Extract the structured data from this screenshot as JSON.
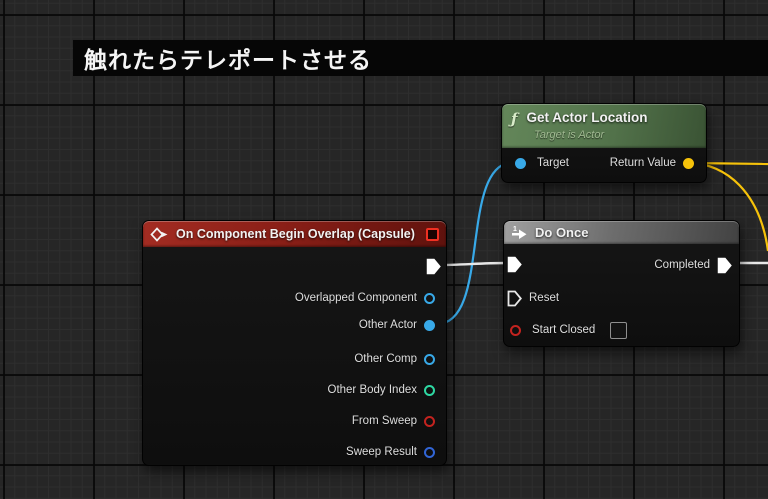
{
  "comment": {
    "title": "触れたらテレポートさせる"
  },
  "nodes": {
    "get_actor_location": {
      "title": "Get Actor Location",
      "subtitle": "Target is Actor",
      "inputs": [
        {
          "label": "Target",
          "color": "#38a9e8",
          "connected": true
        }
      ],
      "outputs": [
        {
          "label": "Return Value",
          "color": "#f6c20a",
          "connected": true
        }
      ]
    },
    "on_component_begin_overlap": {
      "title": "On Component Begin Overlap (Capsule)",
      "outputs": [
        {
          "label": "Overlapped Component",
          "color": "#38a9e8",
          "connected": false
        },
        {
          "label": "Other Actor",
          "color": "#38a9e8",
          "connected": true
        },
        {
          "label": "Other Comp",
          "color": "#38a9e8",
          "connected": false
        },
        {
          "label": "Other Body Index",
          "color": "#2ed8a3",
          "connected": false
        },
        {
          "label": "From Sweep",
          "color": "#c3231f",
          "connected": false
        },
        {
          "label": "Sweep Result",
          "color": "#3165d6",
          "connected": false
        }
      ]
    },
    "do_once": {
      "title": "Do Once",
      "completed_label": "Completed",
      "reset_label": "Reset",
      "start_closed_label": "Start Closed",
      "start_closed_checked": false
    }
  },
  "connections": [
    {
      "from": "On Component Begin Overlap (Capsule).exec",
      "to": "Do Once.exec",
      "color": "#e8e8e8"
    },
    {
      "from": "On Component Begin Overlap (Capsule).Other Actor",
      "to": "Get Actor Location.Target",
      "color": "#38a9e8"
    },
    {
      "from": "Get Actor Location.Return Value",
      "to": "offscreen-right",
      "color": "#f6c20a"
    },
    {
      "from": "Do Once.Completed",
      "to": "offscreen-right",
      "color": "#e8e8e8"
    }
  ],
  "colors": {
    "event_header": "#8a1f17",
    "function_header": "#52724a",
    "macro_header": "#6e6e6e",
    "exec_wire": "#e8e8e8",
    "object_pin": "#38a9e8",
    "int_pin": "#2ed8a3",
    "bool_pin": "#c3231f",
    "struct_pin": "#3165d6",
    "vector_pin": "#f6c20a",
    "grid_background": "#262626"
  }
}
